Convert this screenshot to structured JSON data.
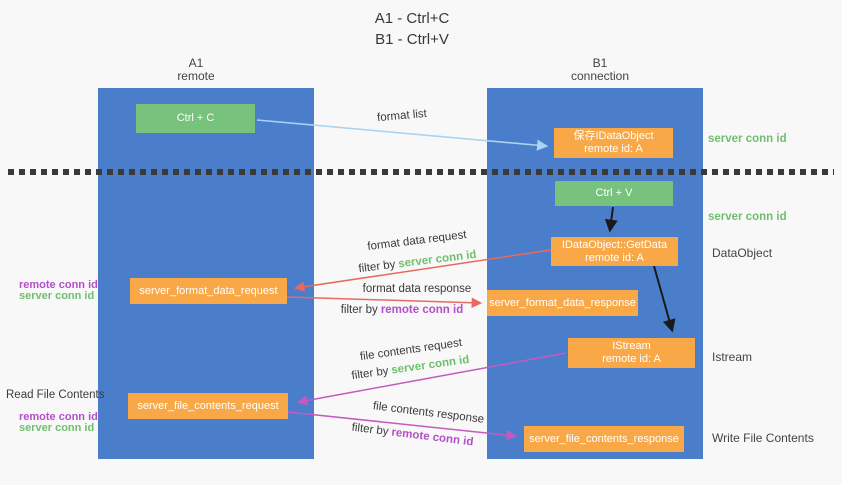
{
  "title": {
    "line1": "A1 - Ctrl+C",
    "line2": "B1 - Ctrl+V"
  },
  "lanes": {
    "left": {
      "name": "A1",
      "role": "remote"
    },
    "right": {
      "name": "B1",
      "role": "connection"
    }
  },
  "boxes": {
    "ctrl_c": "Ctrl + C",
    "ctrl_v": "Ctrl + V",
    "save_object": {
      "line1": "保存IDataObject",
      "line2": "remote id: A"
    },
    "getdata": {
      "line1": "IDataObject::GetData",
      "line2": "remote id: A"
    },
    "istream": {
      "line1": "IStream",
      "line2": "remote id: A"
    },
    "format_request": "server_format_data_request",
    "format_response": "server_format_data_response",
    "file_request": "server_file_contents_request",
    "file_response": "server_file_contents_response"
  },
  "flow_labels": {
    "format_list": "format list",
    "format_data_request": "format data request",
    "format_data_response": "format data response",
    "file_contents_request": "file contents request",
    "file_contents_response": "file contents response",
    "filter_by": "filter by",
    "server_conn_id": "server conn id",
    "remote_conn_id": "remote conn id"
  },
  "side_labels": {
    "server_conn_id_top": "server conn id",
    "server_conn_id_mid": "server conn id",
    "dataobject": "DataObject",
    "istream": "Istream",
    "write_file_contents": "Write File Contents",
    "read_file_contents": "Read File Contents",
    "remote_conn_id": "remote conn id",
    "server_conn_id": "server conn id"
  },
  "colors": {
    "lane_blue": "#4a7ecb",
    "box_green": "#77c27d",
    "box_orange": "#f9a847",
    "green_text": "#6fbf6f",
    "purple_text": "#b44fc8",
    "red_arrow": "#e8695f",
    "magenta_arrow": "#c45ac0",
    "light_blue_arrow": "#a9d3f1",
    "black_arrow": "#1a1a1a"
  }
}
